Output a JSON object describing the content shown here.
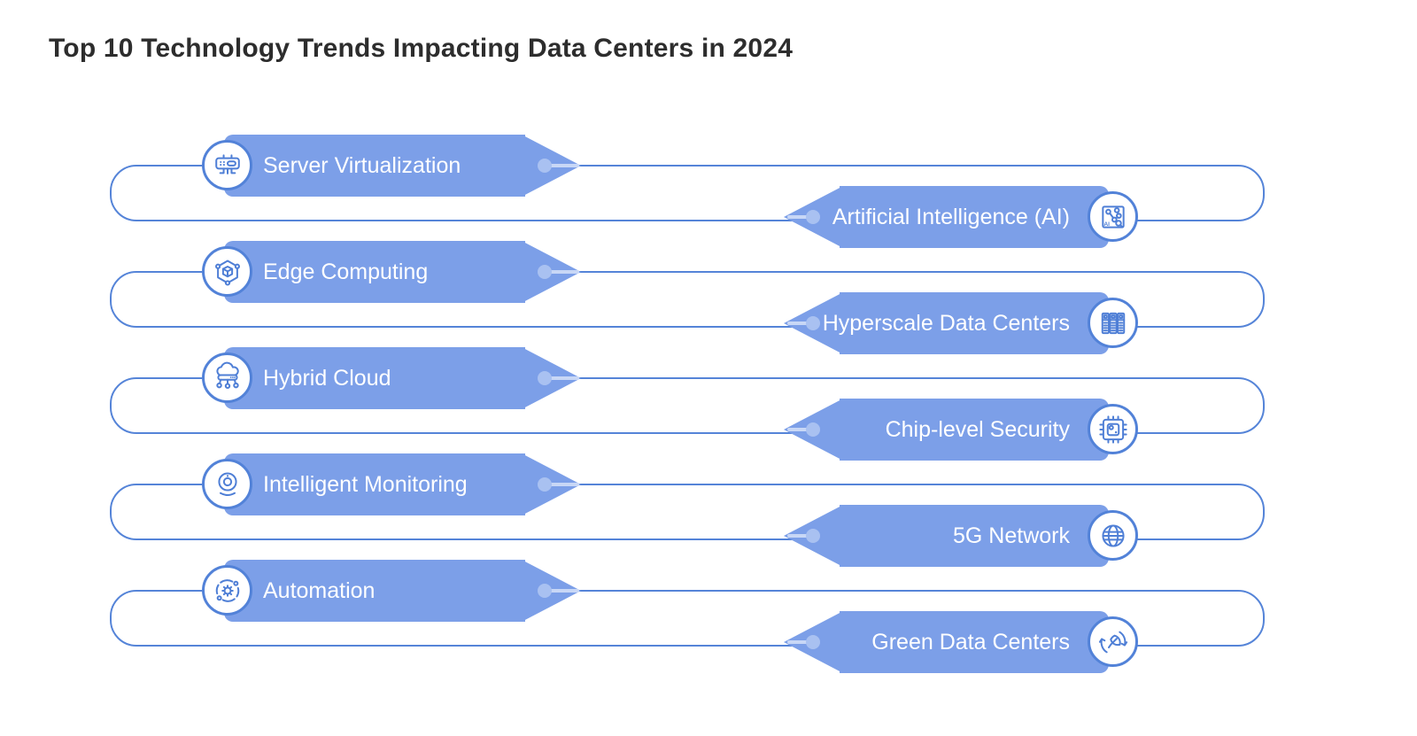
{
  "title": "Top 10 Technology Trends Impacting Data Centers in 2024",
  "colors": {
    "banner_fill": "#7c9fe8",
    "connector_line": "#5584d8",
    "icon_stroke": "#4f7fd6",
    "tip_dot": "#a9c1f1",
    "tip_line": "#c8d7f6",
    "banner_text": "#ffffff",
    "title_text": "#2d2d2d",
    "background": "#ffffff"
  },
  "pairs": [
    {
      "left": {
        "label": "Server Virtualization",
        "icon": "server-virtualization-icon"
      },
      "right": {
        "label": "Artificial Intelligence (AI)",
        "icon": "artificial-intelligence-icon"
      }
    },
    {
      "left": {
        "label": "Edge Computing",
        "icon": "edge-computing-icon"
      },
      "right": {
        "label": "Hyperscale Data Centers",
        "icon": "hyperscale-data-centers-icon"
      }
    },
    {
      "left": {
        "label": "Hybrid Cloud",
        "icon": "hybrid-cloud-icon"
      },
      "right": {
        "label": "Chip-level Security",
        "icon": "chip-level-security-icon"
      }
    },
    {
      "left": {
        "label": "Intelligent Monitoring",
        "icon": "intelligent-monitoring-icon"
      },
      "right": {
        "label": "5G Network",
        "icon": "5g-network-icon"
      }
    },
    {
      "left": {
        "label": "Automation",
        "icon": "automation-icon"
      },
      "right": {
        "label": "Green Data Centers",
        "icon": "green-data-centers-icon"
      }
    }
  ]
}
